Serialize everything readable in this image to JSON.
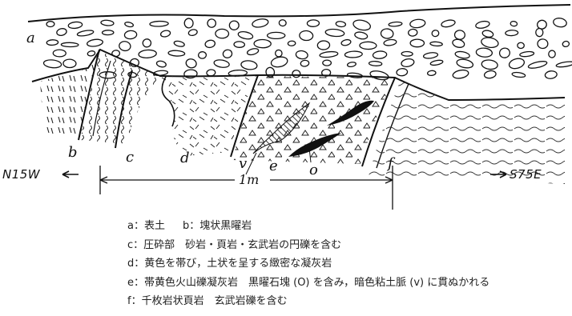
{
  "figure": {
    "layer_labels": {
      "a": "a",
      "b": "b",
      "c": "c",
      "d": "d",
      "v": "v",
      "e": "e",
      "o": "o",
      "f": "f"
    },
    "direction_left": "N15W",
    "direction_right": "S75E",
    "scale_label": "1m"
  },
  "legend": {
    "a": "a：表土",
    "b": "b：塊状黒曜岩",
    "c": "c：圧砕部　砂岩・頁岩・玄武岩の円礫を含む",
    "d": "d：黄色を帯び，土状を呈する緻密な凝灰岩",
    "e": "e：帯黄色火山礫凝灰岩　黒曜石塊 (O) を含み，暗色粘土脈 (v) に貫ぬかれる",
    "f": "f：千枚岩状頁岩　玄武岩礫を含む"
  }
}
